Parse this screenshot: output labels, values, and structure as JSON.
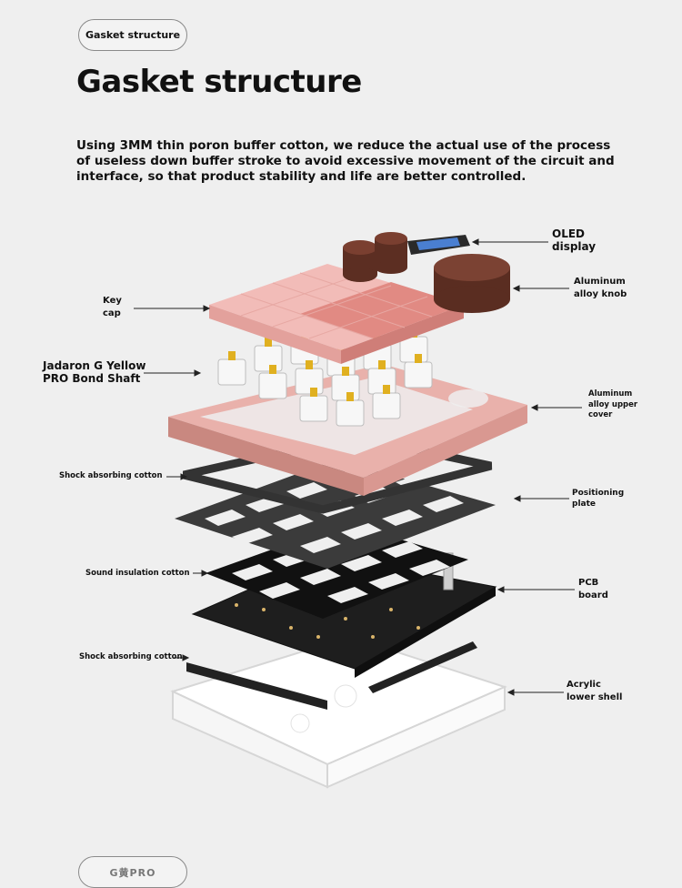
{
  "header": {
    "badge": "Gasket structure",
    "title": "Gasket structure",
    "description": "Using 3MM thin poron buffer cotton, we reduce the actual use of the process of useless down buffer stroke to avoid excessive movement of the circuit and interface, so that product stability and life are better controlled."
  },
  "labels": {
    "oled": "OLED\ndisplay",
    "knob": "Aluminum\nalloy knob",
    "keycap": "Key\ncap",
    "switch": "Jadaron G Yellow\nPRO Bond Shaft",
    "upper_cover": "Aluminum\nalloy upper\ncover",
    "shock1": "Shock absorbing cotton",
    "positioning": "Positioning\nplate",
    "sound": "Sound insulation cotton",
    "pcb": "PCB\nboard",
    "shock2": "Shock absorbing cotton",
    "acrylic": "Acrylic\nlower shell"
  },
  "footer": {
    "badge": "G黄PRO"
  },
  "colors": {
    "background": "#efefef",
    "keycap_pink": "#f1b6b3",
    "keycap_coral": "#e0837d",
    "knob": "#5a2e22",
    "cover": "#e6aaa4",
    "plate": "#3a3a3a"
  }
}
